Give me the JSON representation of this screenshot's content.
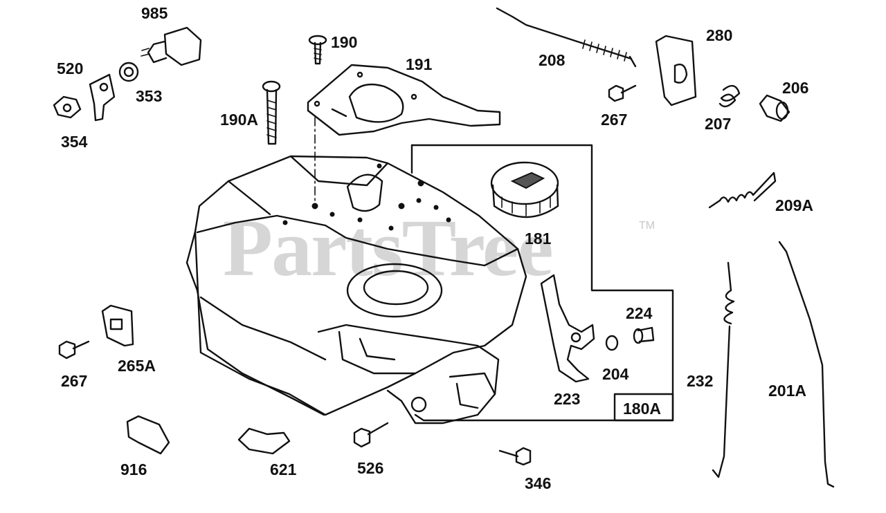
{
  "watermark": {
    "text": "PartsTree",
    "trademark": "TM"
  },
  "labels": {
    "p985": "985",
    "p520": "520",
    "p353": "353",
    "p354": "354",
    "p190": "190",
    "p191": "191",
    "p190a": "190A",
    "p208": "208",
    "p280": "280",
    "p267a": "267",
    "p206": "206",
    "p207": "207",
    "p181": "181",
    "p209a": "209A",
    "p224": "224",
    "p204": "204",
    "p223": "223",
    "p180a": "180A",
    "p232": "232",
    "p201a": "201A",
    "p267b": "267",
    "p265a": "265A",
    "p916": "916",
    "p621": "621",
    "p526": "526",
    "p346": "346"
  }
}
